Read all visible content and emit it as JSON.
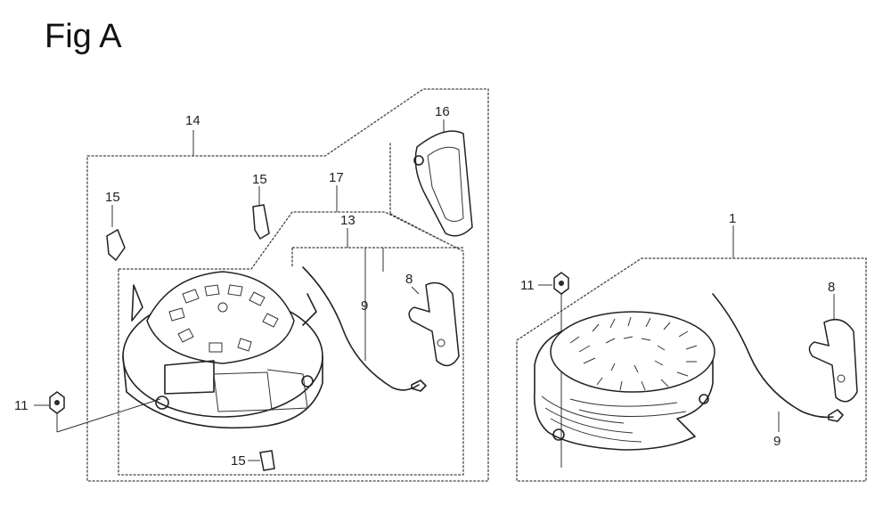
{
  "figure": {
    "title": "Fig A"
  },
  "callouts": {
    "c14": "14",
    "c16": "16",
    "c17": "17",
    "c13": "13",
    "c15a": "15",
    "c15b": "15",
    "c15c": "15",
    "c8a": "8",
    "c9a": "9",
    "c11a": "11",
    "c1": "1",
    "c11b": "11",
    "c8b": "8",
    "c9b": "9"
  }
}
